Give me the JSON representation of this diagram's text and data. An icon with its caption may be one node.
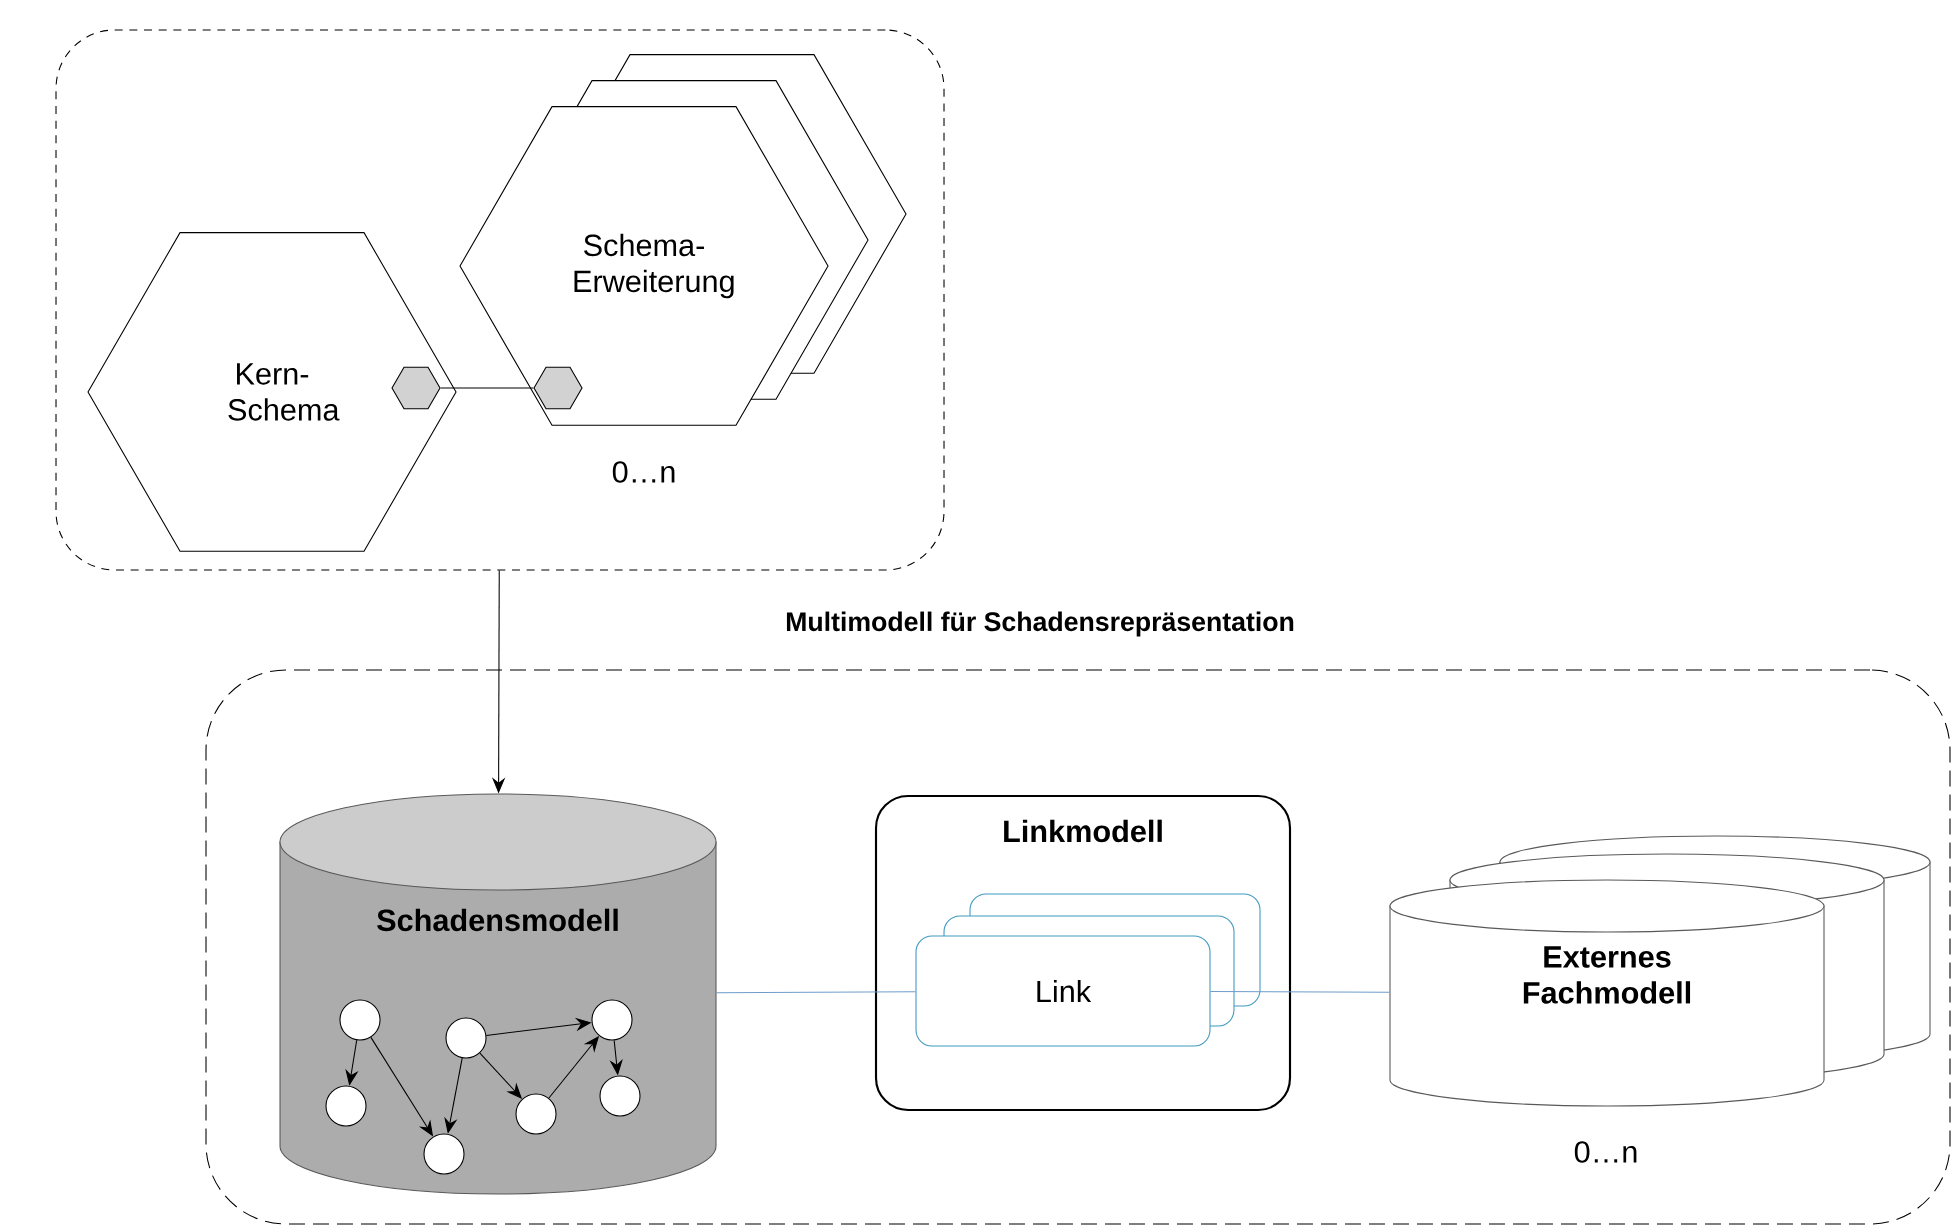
{
  "diagram": {
    "nodes": [
      {
        "text": [],
        "shape": "box"
      },
      {
        "text": [
          "Kern- Schema"
        ],
        "in": 0
      },
      {
        "text": [
          "Schema- Erweiterung"
        ],
        "in": 0,
        "beside": [
          "0…n"
        ]
      },
      {
        "text": [],
        "shape": "hexagon",
        "in": 1
      },
      {
        "text": [],
        "shape": "hexagon",
        "in": 0
      },
      {
        "text": [
          "Multimodell für Schadensrepräsentation"
        ]
      },
      {
        "text": [
          "Schadensmodell"
        ],
        "in": 5
      },
      {
        "text": [],
        "shape": "circle",
        "in": 6
      },
      {
        "text": [],
        "shape": "circle",
        "in": 6
      },
      {
        "text": [],
        "shape": "circle",
        "in": 6
      },
      {
        "text": [],
        "shape": "circle",
        "in": 6
      },
      {
        "text": [],
        "shape": "circle",
        "in": 6
      },
      {
        "text": [],
        "shape": "circle",
        "in": 6
      },
      {
        "text": [],
        "shape": "circle",
        "in": 6
      },
      {
        "text": [
          "Linkmodell"
        ],
        "in": 5
      },
      {
        "text": [
          "Link"
        ],
        "in": 14
      },
      {
        "text": [
          "Externes Fachmodell"
        ],
        "in": 5,
        "beside": [
          "0…n"
        ]
      }
    ],
    "edges": [
      {
        "from": 3,
        "to": 4,
        "arrow": "none"
      },
      {
        "from": 0,
        "to": 6,
        "arrow": "to"
      },
      {
        "from": 7,
        "to": 8,
        "arrow": "to"
      },
      {
        "from": 7,
        "to": 10,
        "arrow": "to"
      },
      {
        "from": 9,
        "to": 12,
        "arrow": "to"
      },
      {
        "from": 9,
        "to": 10,
        "arrow": "to"
      },
      {
        "from": 9,
        "to": 11,
        "arrow": "to"
      },
      {
        "from": 11,
        "to": 12,
        "arrow": "to"
      },
      {
        "from": 12,
        "to": 13,
        "arrow": "to"
      },
      {
        "from": 6,
        "to": 15,
        "arrow": "none",
        "color": "#6d9ccb"
      },
      {
        "from": 15,
        "to": 16,
        "arrow": "none",
        "color": "#6d9ccb"
      }
    ]
  }
}
